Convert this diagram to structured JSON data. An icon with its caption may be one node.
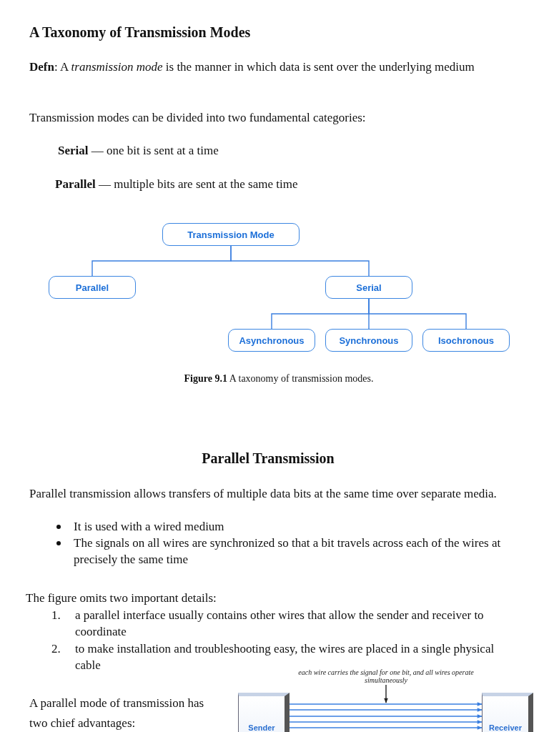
{
  "diagram": {
    "title": "A Taxonomy of Transmission Modes",
    "caption": "**Figure 9.1** A taxonomy of transmission modes.",
    "nodes": [
      {
        "text": [
          "Transmission Mode"
        ]
      },
      {
        "text": [
          "Parallel"
        ]
      },
      {
        "text": [
          "Serial"
        ]
      },
      {
        "text": [
          "Asynchronous"
        ]
      },
      {
        "text": [
          "Synchronous"
        ]
      },
      {
        "text": [
          "Isochronous"
        ]
      },
      {
        "text": [
          "Sender"
        ]
      },
      {
        "text": [
          "Receiver"
        ]
      },
      {
        "text": [
          "each wire carries the signal for one bit, and all wires operate simultaneously"
        ]
      }
    ],
    "edges": [
      {
        "from": 0,
        "to": 1,
        "arrow": "none"
      },
      {
        "from": 0,
        "to": 2,
        "arrow": "none"
      },
      {
        "from": 2,
        "to": 3,
        "arrow": "none"
      },
      {
        "from": 2,
        "to": 4,
        "arrow": "none"
      },
      {
        "from": 2,
        "to": 5,
        "arrow": "none"
      },
      {
        "from": 6,
        "to": 7,
        "arrow": "to"
      },
      {
        "from": 6,
        "to": 7,
        "arrow": "to"
      },
      {
        "from": 6,
        "to": 7,
        "arrow": "to"
      },
      {
        "from": 6,
        "to": 7,
        "arrow": "to"
      },
      {
        "from": 6,
        "to": 7,
        "arrow": "to"
      },
      {
        "from": 8,
        "to": null,
        "arrow": "to",
        "color": "#222222"
      }
    ],
    "labels": [
      "**Defn**: A *transmission mode* is the manner in which data is sent over the underlying medium",
      "Transmission modes can be divided into two fundamental categories:",
      "**Serial** — one bit is sent at a time",
      "**Parallel** — multiple bits are sent at the same time",
      "Parallel Transmission",
      "Parallel transmission allows transfers of multiple data bits at the same time over separate media.",
      "It is used with a wired medium",
      "The signals on all wires are synchronized so that a bit travels across each of the wires at precisely the same time",
      "The figure omits two important details:",
      "1.",
      "a parallel interface usually contains other wires that allow the sender and receiver to coordinate",
      "2.",
      "to make installation and troubleshooting easy, the wires are placed in a single physical cable",
      "A parallel mode of transmission has two chief advantages:"
    ]
  }
}
